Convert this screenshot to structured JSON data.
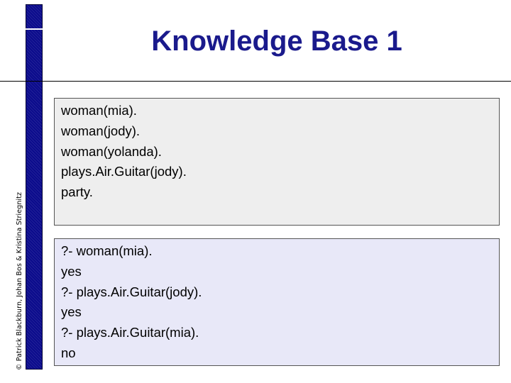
{
  "slide": {
    "title": "Knowledge Base 1",
    "copyright": "© Patrick Blackburn, Johan Bos & Kristina Striegnitz",
    "facts": [
      "woman(mia).",
      "woman(jody).",
      "woman(yolanda).",
      "plays.Air.Guitar(jody).",
      "party."
    ],
    "queries": [
      "?- woman(mia).",
      "yes",
      "?- plays.Air.Guitar(jody).",
      "yes",
      "?- plays.Air.Guitar(mia).",
      "no"
    ]
  },
  "colors": {
    "title": "#1a1a8c",
    "side_bar": "#0b0b8c",
    "facts_background": "#eeeeee",
    "queries_background": "#e8e8f8"
  }
}
